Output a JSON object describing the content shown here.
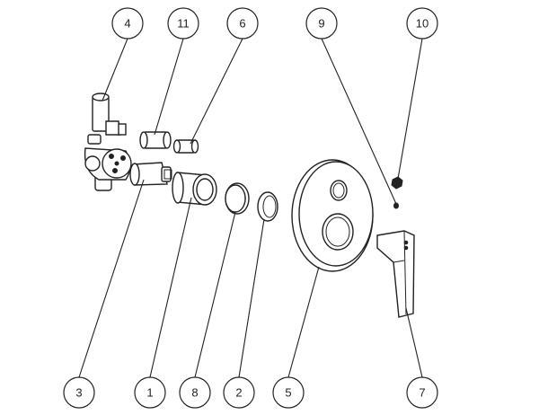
{
  "callouts": [
    {
      "id": "4",
      "label": "4"
    },
    {
      "id": "11",
      "label": "11"
    },
    {
      "id": "6",
      "label": "6"
    },
    {
      "id": "9",
      "label": "9"
    },
    {
      "id": "10",
      "label": "10"
    },
    {
      "id": "3",
      "label": "3"
    },
    {
      "id": "1",
      "label": "1"
    },
    {
      "id": "8",
      "label": "8"
    },
    {
      "id": "2",
      "label": "2"
    },
    {
      "id": "5",
      "label": "5"
    },
    {
      "id": "7",
      "label": "7"
    }
  ],
  "colors": {
    "ink": "#222222",
    "background": "#ffffff"
  }
}
